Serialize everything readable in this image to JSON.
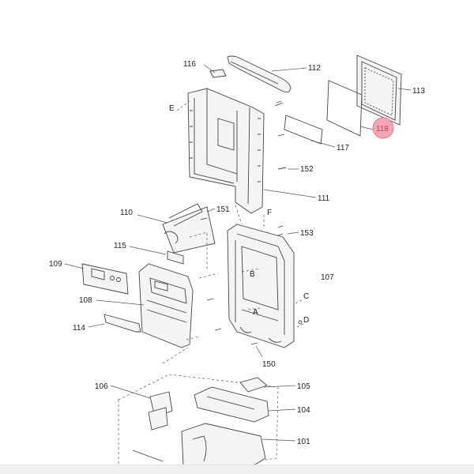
{
  "callouts": {
    "p116a": "116",
    "p112": "112",
    "p113": "113",
    "p118": "118",
    "p117": "117",
    "p152": "152",
    "p111": "111",
    "p110": "110",
    "p151": "151",
    "p153": "153",
    "p115": "115",
    "p109": "109",
    "p107": "107",
    "p108": "108",
    "p114": "114",
    "p150": "150",
    "p106": "106",
    "p105": "105",
    "p104": "104",
    "p101": "101"
  },
  "letters": {
    "E": "E",
    "F": "F",
    "B": "B",
    "A": "A",
    "C": "C",
    "D": "D"
  },
  "colors": {
    "highlight": "#f4a6b4",
    "highlight_stroke": "#e07a8e",
    "highlight_text": "#c04060",
    "line": "#444444"
  }
}
